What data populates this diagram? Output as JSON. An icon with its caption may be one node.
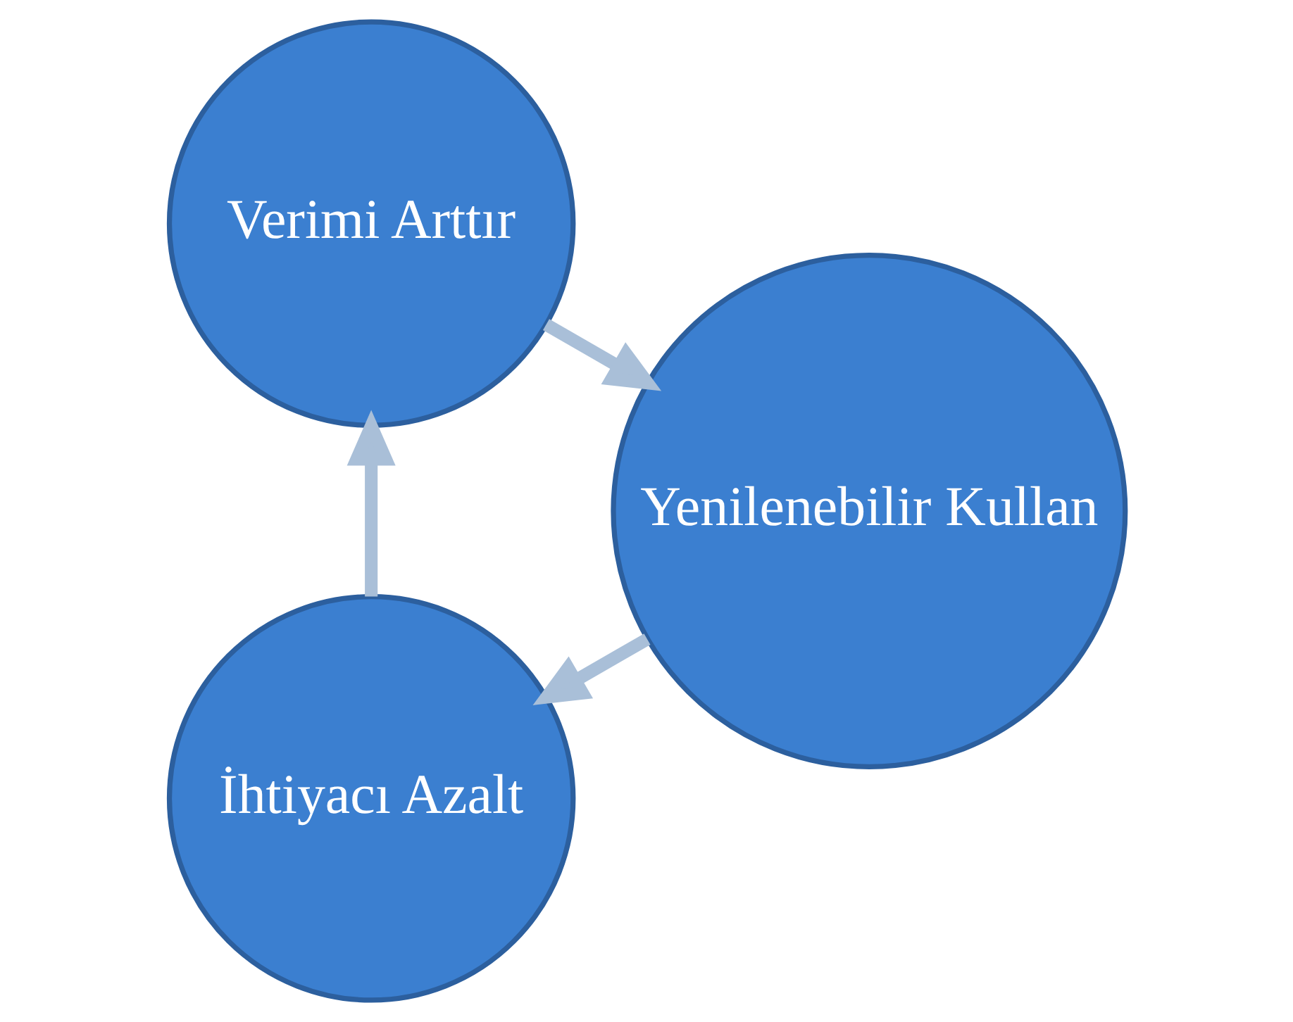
{
  "diagram": {
    "nodes": [
      {
        "text": [
          "İhtiyacı Azalt"
        ]
      },
      {
        "text": [
          "Verimi Arttır"
        ]
      },
      {
        "text": [
          "Yenilenebilir Kullan"
        ]
      }
    ],
    "edges": [
      {
        "from": 0,
        "to": 1,
        "arrow": "to"
      },
      {
        "from": 1,
        "to": 2,
        "arrow": "to"
      },
      {
        "from": 2,
        "to": 0,
        "arrow": "to"
      }
    ]
  }
}
